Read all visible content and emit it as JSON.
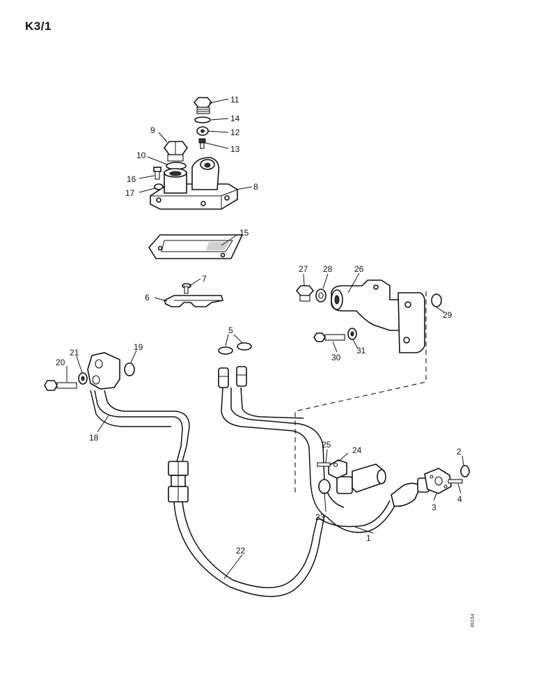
{
  "page_ref": "K3/1",
  "drawing_code": "89154",
  "callouts": {
    "c1": "1",
    "c2": "2",
    "c3": "3",
    "c4": "4",
    "c5": "5",
    "c6": "6",
    "c7": "7",
    "c8": "8",
    "c9": "9",
    "c10": "10",
    "c11": "11",
    "c12": "12",
    "c13": "13",
    "c14": "14",
    "c15": "15",
    "c16": "16",
    "c17": "17",
    "c18": "18",
    "c19": "19",
    "c20": "20",
    "c21": "21",
    "c22": "22",
    "c23": "23",
    "c24": "24",
    "c25": "25",
    "c26": "26",
    "c27": "27",
    "c28": "28",
    "c29": "29",
    "c30": "30",
    "c31": "31"
  }
}
